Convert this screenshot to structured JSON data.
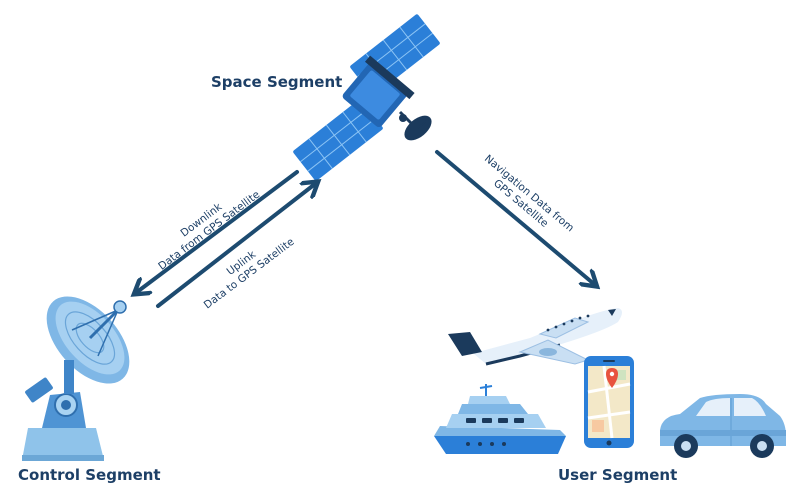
{
  "segments": {
    "space": "Space Segment",
    "control": "Control Segment",
    "user": "User Segment"
  },
  "links": {
    "downlink": {
      "line1": "Downlink",
      "line2": "Data from GPS Satellite"
    },
    "uplink": {
      "line1": "Uplink",
      "line2": "Data to GPS Satellite"
    },
    "navigation": {
      "line1": "Navigation Data from",
      "line2": "GPS Satellite"
    }
  },
  "colors": {
    "arrow": "#1d4b70",
    "label": "#1d3f66",
    "panel_blue": "#2b7fd8",
    "light_blue": "#7fb7e6",
    "dark_navy": "#1b3a5c"
  }
}
